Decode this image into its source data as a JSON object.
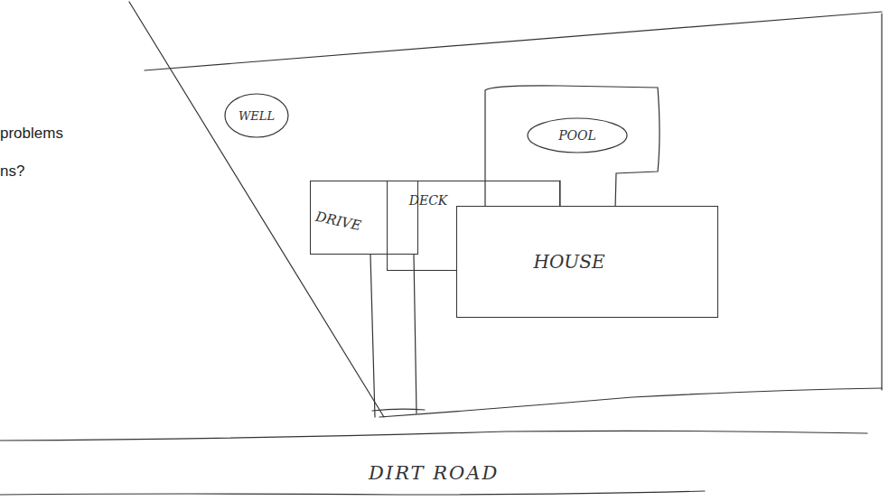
{
  "diagram": {
    "nodes": [
      {
        "text": [
          "WELL"
        ]
      },
      {
        "text": [
          "POOL"
        ]
      },
      {
        "text": [
          "DECK"
        ]
      },
      {
        "text": [
          "DRIVE"
        ]
      },
      {
        "text": [
          "HOUSE"
        ]
      }
    ],
    "labels": [
      "problems",
      "ns?",
      "DIRT ROAD"
    ]
  }
}
